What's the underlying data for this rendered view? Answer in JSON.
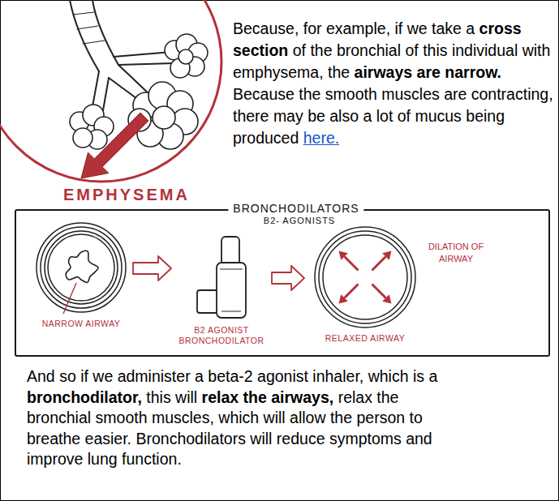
{
  "diagram": {
    "nodes": [
      {
        "text": [
          "BRONCHODILATORS",
          "B2- AGONISTS"
        ]
      },
      {
        "text": [
          "NARROW AIRWAY"
        ],
        "in": 0
      },
      {
        "text": [
          "B2 AGONIST BRONCHODILATOR"
        ],
        "in": 0
      },
      {
        "text": [
          "RELAXED AIRWAY"
        ],
        "in": 0
      }
    ],
    "edges": [
      {
        "from": 1,
        "to": 2,
        "arrow": "to"
      },
      {
        "from": 2,
        "to": 3,
        "arrow": "to"
      }
    ],
    "labels": [
      "Because, for example, if we take a cross section of the bronchial of this individual with emphysema, the airways are narrow. Because the smooth muscles are contracting, there may be also a lot of mucus being produced here.",
      "EMPHYSEMA",
      "DILATION OF AIRWAY",
      "And so if we administer a beta-2 agonist inhaler, which is a bronchodilator, this will relax the airways, relax the bronchial smooth muscles, which will allow the person to breathe easier. Bronchodilators will reduce symptoms and improve lung function."
    ]
  }
}
